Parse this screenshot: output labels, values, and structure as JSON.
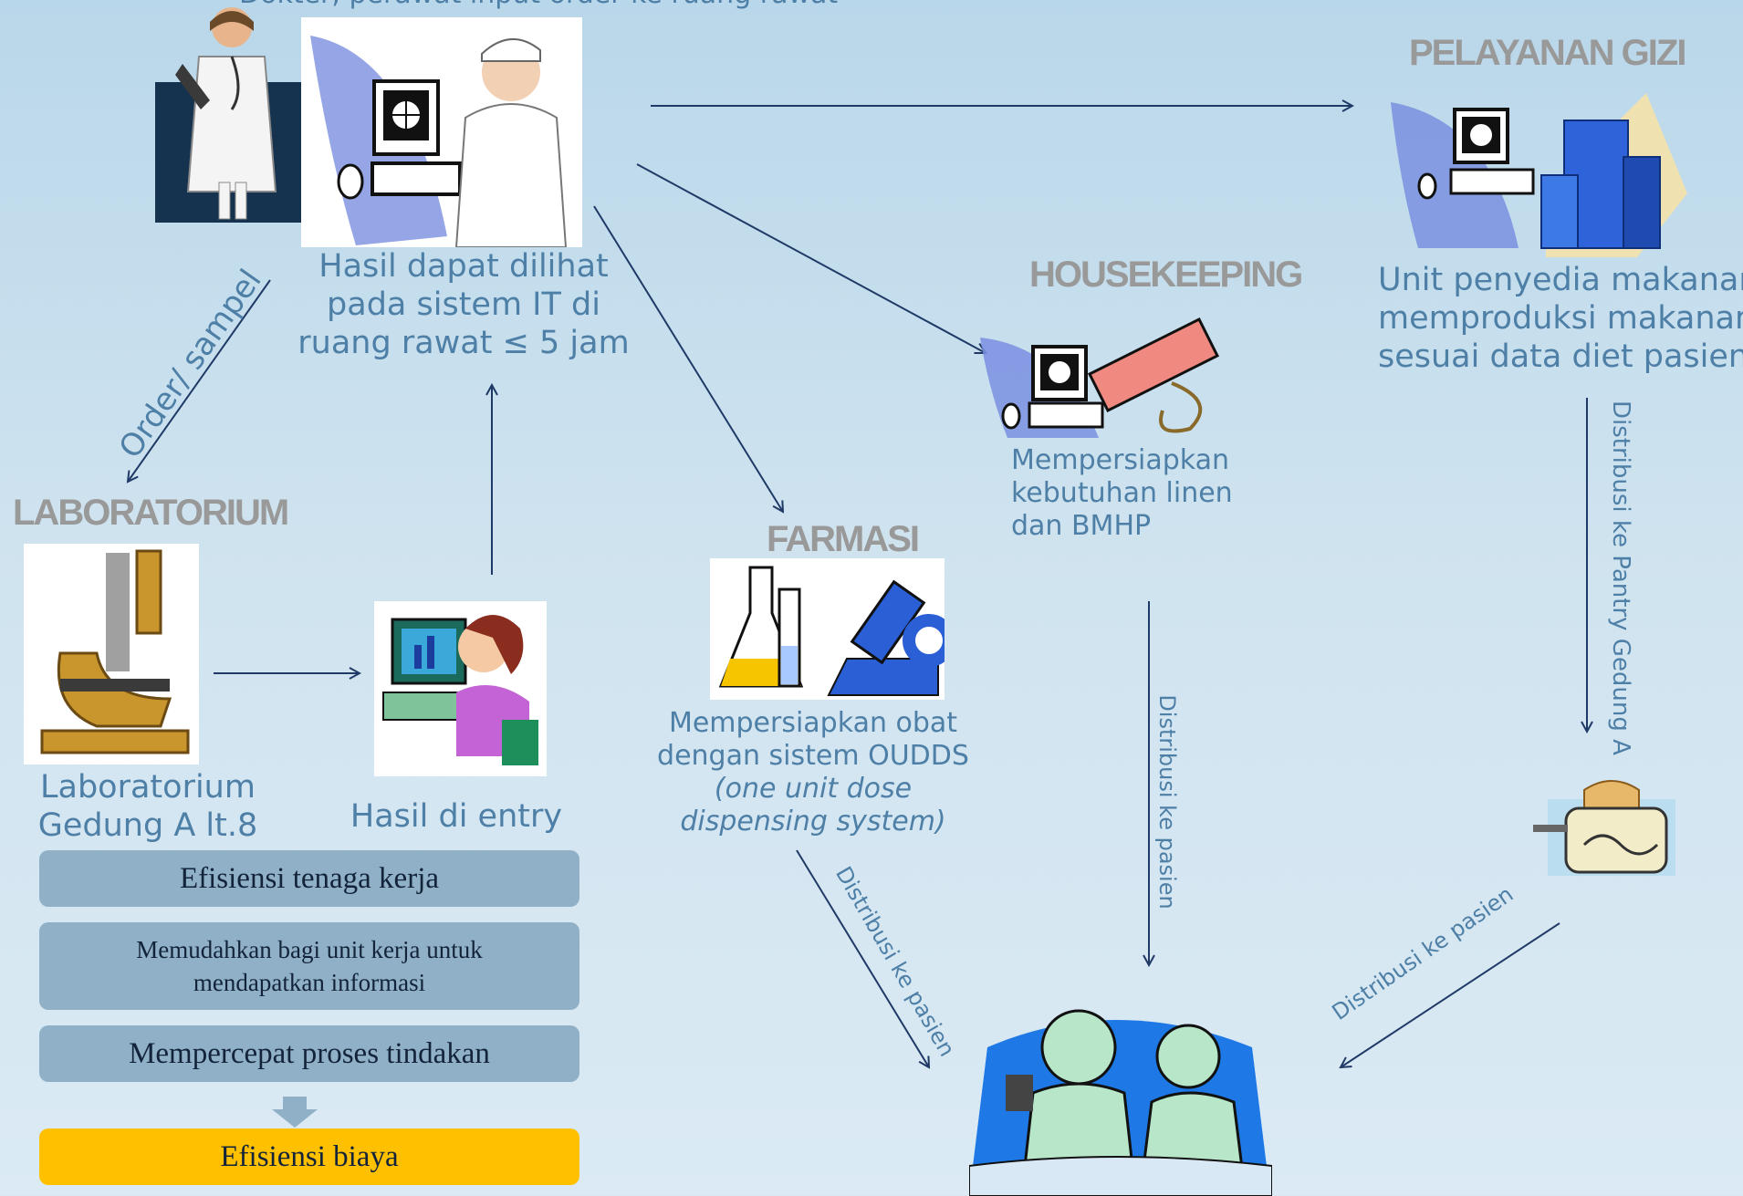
{
  "top_caption": "Dokter, perawat input order ke ruang rawat",
  "titles": {
    "pelayanan_gizi": "PELAYANAN GIZI",
    "housekeeping": "HOUSEKEEPING",
    "laboratorium": "LABORATORIUM",
    "farmasi": "FARMASI"
  },
  "texts": {
    "hasil_dapat": [
      "Hasil dapat dilihat",
      "pada sistem IT di",
      "ruang rawat ≤ 5 jam"
    ],
    "unit_penyedia": [
      "Unit penyedia makanan",
      "memproduksi makanan",
      "sesuai data diet pasien"
    ],
    "mempersiapkan_linen": [
      "Mempersiapkan",
      "kebutuhan linen",
      "dan BMHP"
    ],
    "mempersiapkan_obat": [
      "Mempersiapkan obat",
      "dengan sistem OUDDS"
    ],
    "oudds_italic": [
      "(one unit dose",
      "dispensing system)"
    ],
    "lab_gedung": [
      "Laboratorium",
      "Gedung A lt.8"
    ],
    "hasil_entry": "Hasil di entry"
  },
  "arrow_labels": {
    "order_sampel": "Order/ sampel",
    "distribusi_pantry": "Distribusi ke Pantry Gedung A",
    "distribusi_pasien_1": "Distribusi ke pasien",
    "distribusi_pasien_2": "Distribusi ke pasien",
    "distribusi_pasien_3": "Distribusi ke pasien"
  },
  "boxes": {
    "efisiensi_tenaga": "Efisiensi tenaga kerja",
    "memudahkan": [
      "Memudahkan bagi unit kerja untuk",
      "mendapatkan informasi"
    ],
    "mempercepat": "Mempercepat proses tindakan",
    "efisiensi_biaya": "Efisiensi biaya"
  },
  "colors": {
    "text_blue": "#4e7fa6",
    "title_gray": "#999999",
    "arrow": "#1f3a66",
    "box_blue": "#8fb0c6",
    "box_yellow": "#ffc000"
  }
}
